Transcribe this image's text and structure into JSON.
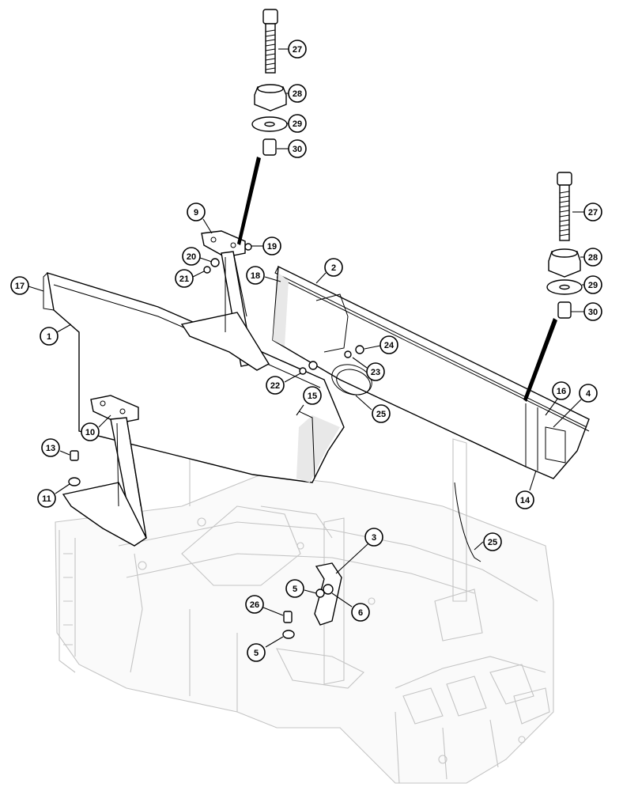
{
  "callouts": {
    "c27a": "27",
    "c28a": "28",
    "c29a": "29",
    "c30a": "30",
    "c27b": "27",
    "c28b": "28",
    "c29b": "29",
    "c30b": "30",
    "c9": "9",
    "c19": "19",
    "c20": "20",
    "c21": "21",
    "c17": "17",
    "c1": "1",
    "c18": "18",
    "c2": "2",
    "c24": "24",
    "c23": "23",
    "c22": "22",
    "c25a": "25",
    "c15": "15",
    "c16": "16",
    "c4": "4",
    "c14": "14",
    "c10": "10",
    "c13": "13",
    "c11": "11",
    "c3": "3",
    "c25b": "25",
    "c5a": "5",
    "c6": "6",
    "c26": "26",
    "c5b": "5"
  }
}
